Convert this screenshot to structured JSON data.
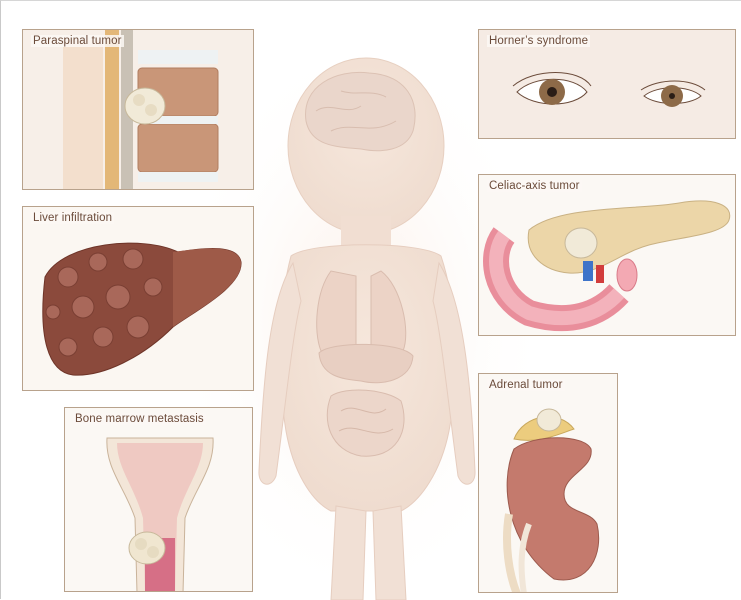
{
  "panels": {
    "paraspinal": {
      "label": "Paraspinal tumor"
    },
    "liver": {
      "label": "Liver infiltration"
    },
    "bone_marrow": {
      "label": "Bone marrow metastasis"
    },
    "horners": {
      "label": "Horner’s syndrome"
    },
    "celiac": {
      "label": "Celiac-axis tumor"
    },
    "adrenal": {
      "label": "Adrenal tumor"
    }
  }
}
